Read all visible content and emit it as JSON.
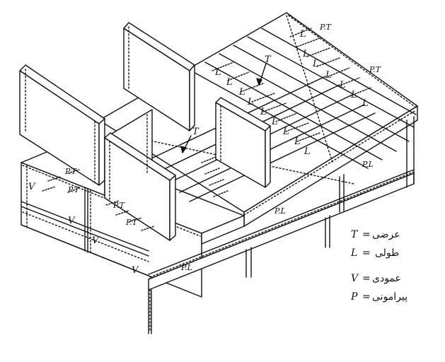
{
  "colors": {
    "line": "#111111",
    "background": "#ffffff"
  },
  "labels": {
    "L": "L",
    "T": "T",
    "V": "V",
    "PT": "P.T",
    "PL": "P.L"
  },
  "legend": [
    {
      "symbol": "T",
      "eq": "=",
      "text": "عرضی"
    },
    {
      "symbol": "L",
      "eq": "=",
      "text": "طولی"
    },
    {
      "symbol": "V",
      "eq": "=",
      "text": "عمودی"
    },
    {
      "symbol": "P",
      "eq": "=",
      "text": "پیرامونی"
    }
  ]
}
